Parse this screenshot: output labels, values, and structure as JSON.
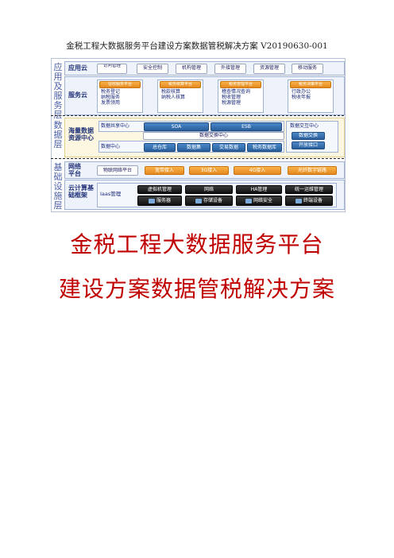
{
  "header": {
    "text": "金税工程大数据服务平台建设方案数据管税解决方案 V20190630-001"
  },
  "diagram": {
    "side_labels": [
      "应用及服务层",
      "数据层",
      "基础设施层"
    ],
    "application_cloud": {
      "title": "应用云",
      "items": [
        "访问管理",
        "安全控制",
        "机构管理",
        "外接管理",
        "资源管理",
        "移动服务"
      ]
    },
    "service_cloud": {
      "title": "服务云",
      "panels": [
        {
          "header": "征收服务平台",
          "lines": [
            "税务登记",
            "纳税服务",
            "发票领用"
          ]
        },
        {
          "header": "税务核算平台",
          "lines": [
            "税款核算",
            "纳税人核算"
          ]
        },
        {
          "header": "税务管理平台",
          "lines": [
            "稽查情况查询",
            "税收管理",
            "税源管理"
          ]
        },
        {
          "header": "税务决策平台",
          "lines": [
            "行政办公",
            "税收年报"
          ]
        }
      ]
    },
    "data_center": {
      "title": "海量数据资源中心",
      "sharing_center": "数据共享中心",
      "soa": "SOA",
      "esb": "ESB",
      "exchange_center_top": "数据交换中心",
      "data_center": "数据中心",
      "data_items": [
        "总仓库",
        "数据集",
        "交易数据",
        "税务数据库"
      ],
      "exchange_center": "数据交互中心",
      "exchange_items": [
        "数据交换",
        "开放接口"
      ]
    },
    "network": {
      "title": "网络平台",
      "platform": "物联网络平台",
      "items": [
        "宽带接入",
        "3G接入",
        "4G接入",
        "光纤数字链路"
      ]
    },
    "infra": {
      "title": "云计算基础框架",
      "iaas": "Iaas管理",
      "row1": [
        "虚拟机管理",
        "网络",
        "HA管理",
        "统一运维管理"
      ],
      "row2": [
        "服务器",
        "存储设备",
        "网络安全",
        "终端设备"
      ]
    }
  },
  "title": {
    "line1": "金税工程大数据服务平台",
    "line2": "建设方案数据管税解决方案"
  }
}
